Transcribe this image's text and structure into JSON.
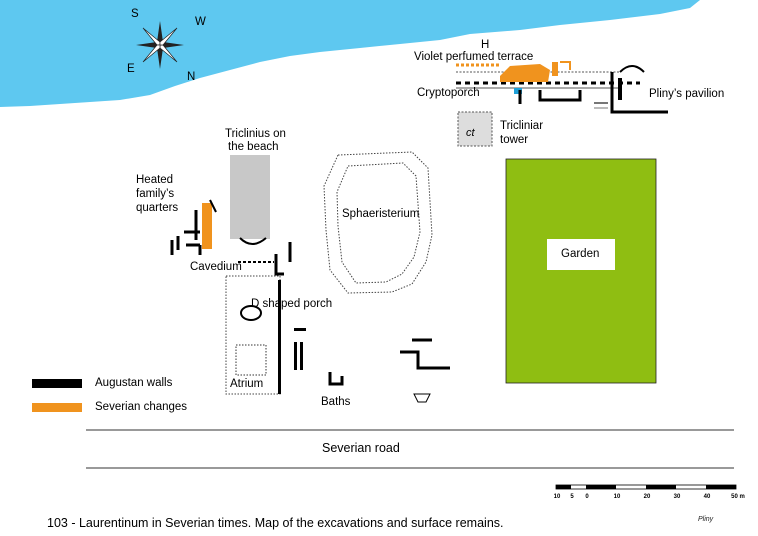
{
  "labels": {
    "compass_s": "S",
    "compass_w": "W",
    "compass_e": "E",
    "compass_n": "N",
    "h": "H",
    "violet_terrace": "Violet perfumed terrace",
    "cryptoporch": "Cryptoporch",
    "plinys_pavilion": "Pliny’s pavilion",
    "ct": "ct",
    "tricliniar_tower_1": "Tricliniar",
    "tricliniar_tower_2": "tower",
    "triclinius_1": "Triclinius on",
    "triclinius_2": "the beach",
    "heated_1": "Heated",
    "heated_2": "family’s",
    "heated_3": "quarters",
    "sphaeristerium": "Sphaeristerium",
    "garden": "Garden",
    "cavedium": "Cavedium",
    "d_porch": "D shaped porch",
    "atrium": "Atrium",
    "baths": "Baths",
    "severian_road": "Severian road"
  },
  "legend": [
    {
      "label": "Augustan walls",
      "color": "#000000"
    },
    {
      "label": "Severian changes",
      "color": "#f0931e"
    }
  ],
  "scale": {
    "ticks": [
      "10",
      "5",
      "0",
      "10",
      "20",
      "30",
      "40",
      "50 m"
    ]
  },
  "caption": "103 - Laurentinum in Severian times.  Map of the excavations and surface remains.",
  "signature": "Pliny",
  "colors": {
    "sea": "#5ec8f0",
    "garden": "#8fbe12",
    "triclinium": "#c8c8c8",
    "severian": "#f0931e",
    "wall": "#000000"
  }
}
